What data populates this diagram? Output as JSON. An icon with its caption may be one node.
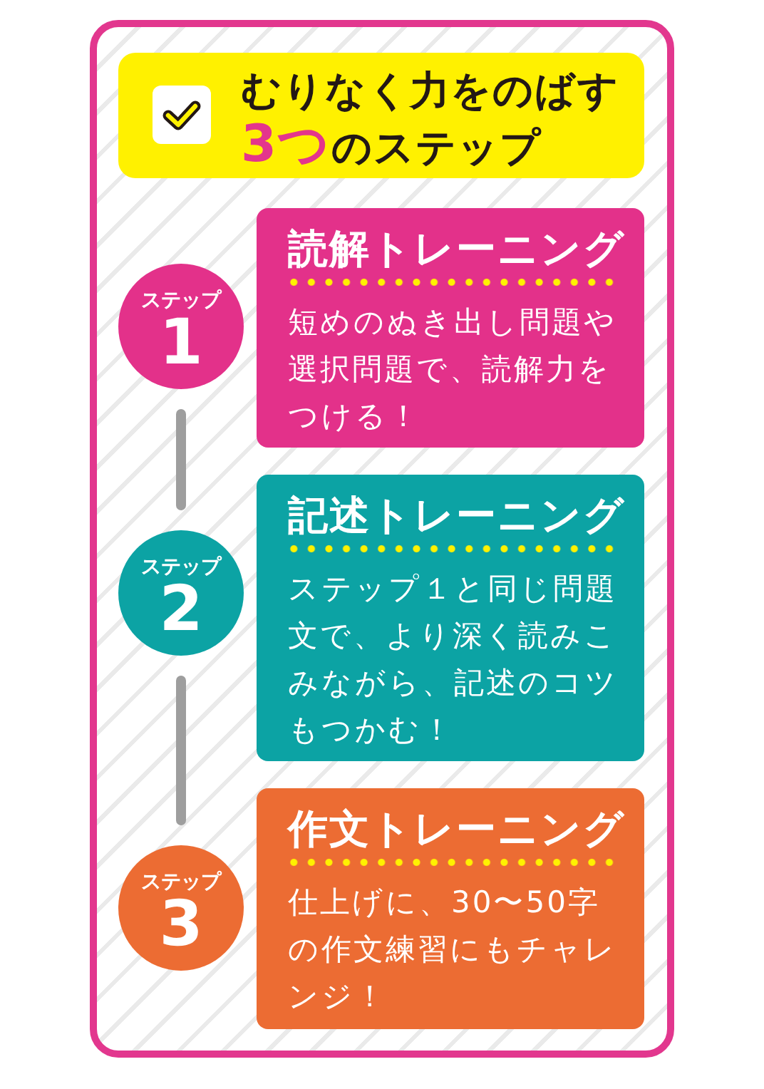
{
  "diagram": {
    "title": "むりなく力をのばす**3つ**のステップ",
    "nodes": [
      {
        "text": [
          "ステップ",
          "1"
        ]
      },
      {
        "text": [
          "読解トレーニング",
          "短めのぬき出し問題や選択問題で、読解力をつける！"
        ]
      },
      {
        "text": [
          "ステップ",
          "2"
        ]
      },
      {
        "text": [
          "記述トレーニング",
          "ステップ１と同じ問題文で、より深く読みこみながら、記述のコツもつかむ！"
        ]
      },
      {
        "text": [
          "ステップ",
          "3"
        ]
      },
      {
        "text": [
          "作文トレーニング",
          "仕上げに、30〜50字の作文練習にもチャレンジ！"
        ]
      }
    ],
    "edges": [
      {
        "from": 0,
        "to": 2,
        "arrow": "none"
      },
      {
        "from": 2,
        "to": 4,
        "arrow": "none"
      }
    ]
  }
}
